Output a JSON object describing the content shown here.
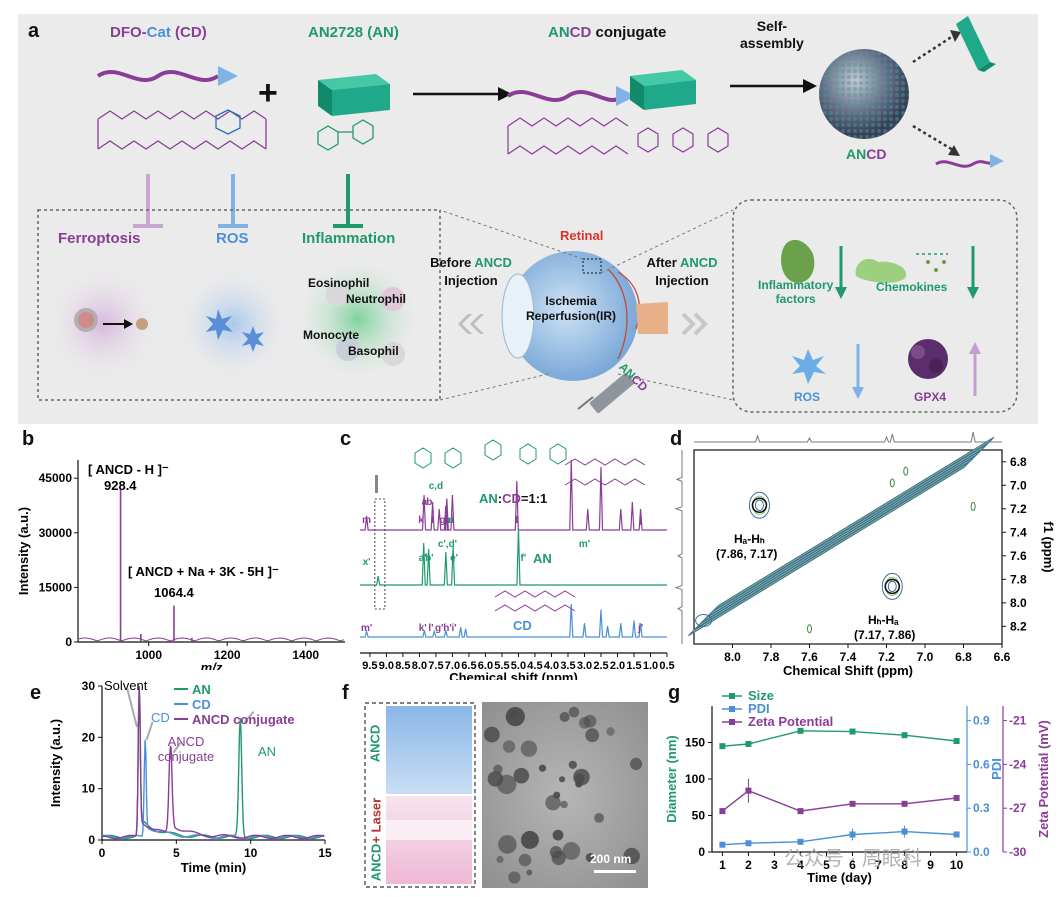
{
  "panel_a": {
    "letter": "a",
    "cd_title": {
      "p1": "DFO-",
      "p2": "Cat",
      "p3": " (",
      "p4": "CD",
      "p5": ")"
    },
    "an_title": {
      "p1": "AN2728 (",
      "p2": "AN",
      "p3": ")"
    },
    "ancd_title": {
      "p1": "AN",
      "p2": "CD",
      "p3": " conjugate"
    },
    "plus": "+",
    "self_assembly": "Self-\nassembly",
    "ancd_label": {
      "p1": "AN",
      "p2": "CD"
    },
    "targets": [
      "Ferroptosis",
      "ROS",
      "Inflammation"
    ],
    "cells": [
      "Eosinophil",
      "Neutrophil",
      "Monocyte",
      "Basophil"
    ],
    "before": {
      "p1": "Before ",
      "p2": "ANCD",
      "p3": "Injection"
    },
    "after": {
      "p1": "After ",
      "p2": "ANCD",
      "p3": "Injection"
    },
    "retinal": "Retinal",
    "ischemia": "Ischemia\nReperfusion(IR)",
    "syringe_label": {
      "p1": "AN",
      "p2": "CD"
    },
    "right_labels": [
      "Inflammatory\nfactors",
      "Chemokines",
      "ROS",
      "GPX4"
    ]
  },
  "panel_b": {
    "letter": "b",
    "peak1_label": "[ ANCD - H ]⁻",
    "peak1_value": "928.4",
    "peak2_label": "[ ANCD + Na + 3K - 5H ]⁻",
    "peak2_value": "1064.4",
    "xlabel": "m/z",
    "ylabel": "Intensity (a.u.)"
  },
  "panel_c": {
    "letter": "c",
    "ratio": {
      "p1": "AN",
      "p2": ":",
      "p3": "CD",
      "p4": "=1:1"
    },
    "trace_labels": [
      "AN",
      "CD"
    ],
    "xlabel": "Chemical shift (ppm)",
    "peak_letters_top": [
      "m",
      "k",
      "l",
      "g",
      "h",
      "i",
      "a",
      "b",
      "c,d",
      "e",
      "f",
      "j"
    ],
    "peak_letters_mid": [
      "x'",
      "a'",
      "b'",
      "c',d'",
      "e'",
      "f'",
      "m'"
    ],
    "peak_letters_bot": [
      "m'",
      "k'",
      "l'",
      "g'",
      "h'",
      "i'",
      "j'"
    ]
  },
  "panel_d": {
    "letter": "d",
    "label1": "Hₐ-Hₕ",
    "coord1": "(7.86, 7.17)",
    "label2": "Hₕ-Hₐ",
    "coord2": "(7.17, 7.86)",
    "xlabel": "Chemical Shift (ppm)",
    "ylabel": "f1 (ppm)"
  },
  "panel_e": {
    "letter": "e",
    "solvent": "Solvent",
    "cd": "CD",
    "ancd": "ANCD\nconjugate",
    "an": "AN",
    "legend": [
      "AN",
      "CD",
      "ANCD conjugate"
    ],
    "xlabel": "Time (min)",
    "ylabel": "Intensity (a.u.)"
  },
  "panel_f": {
    "letter": "f",
    "vial_top": "ANCD",
    "vial_bottom": {
      "p1": "ANCD",
      "p2": "+ Laser"
    },
    "scale": "200 nm"
  },
  "panel_g": {
    "letter": "g",
    "legend": [
      "Size",
      "PDI",
      "Zeta Potential"
    ],
    "ylabel_left": "Diameter (nm)",
    "ylabel_pdi": "PDI",
    "ylabel_right": "Zeta Potential (mV)",
    "xlabel": "Time (day)"
  },
  "watermark": "公众号 · 周眼科",
  "colors": {
    "purple": "#8a3d97",
    "green": "#1f9a6a",
    "blue": "#4a90d9",
    "navy": "#3b6e9e"
  },
  "chart_data": [
    {
      "type": "bar",
      "id": "b",
      "xlabel": "m/z",
      "ylabel": "Intensity (a.u.)",
      "xlim": [
        820,
        1500
      ],
      "ylim": [
        0,
        50000
      ],
      "x_ticks": [
        1000,
        1200,
        1400
      ],
      "y_ticks": [
        0,
        15000,
        30000,
        45000
      ],
      "x": [
        928.4,
        1064.4,
        980,
        1110
      ],
      "values": [
        42000,
        10000,
        2200,
        1200
      ]
    },
    {
      "type": "line",
      "id": "c",
      "xlabel": "Chemical shift (ppm)",
      "xlim": [
        9.8,
        0.5
      ],
      "x_ticks": [
        9.5,
        9.0,
        8.5,
        8.0,
        7.5,
        7.0,
        6.5,
        6.0,
        5.5,
        5.0,
        4.5,
        4.0,
        3.5,
        3.0,
        2.5,
        2.0,
        1.5,
        1.0,
        0.5
      ],
      "series": [
        {
          "name": "",
          "peaks_ppm": [
            9.6,
            7.86,
            7.6,
            7.4,
            7.2,
            7.17,
            7.0,
            5.05,
            3.4,
            2.9,
            2.5,
            1.9,
            1.55,
            1.3
          ],
          "heights": [
            0.2,
            0.5,
            0.4,
            0.3,
            0.35,
            0.45,
            0.5,
            0.7,
            1.0,
            0.3,
            0.9,
            0.3,
            0.4,
            0.3
          ]
        },
        {
          "name": "AN",
          "peaks_ppm": [
            9.25,
            7.87,
            7.72,
            7.2,
            6.98,
            5.0
          ],
          "heights": [
            0.15,
            0.7,
            0.6,
            0.55,
            0.65,
            0.95
          ]
        },
        {
          "name": "CD",
          "peaks_ppm": [
            9.6,
            7.85,
            7.55,
            7.2,
            6.75,
            6.6,
            3.4,
            3.0,
            2.5,
            2.3,
            1.9,
            1.5,
            1.3
          ],
          "heights": [
            0.1,
            0.12,
            0.1,
            0.12,
            0.18,
            0.15,
            0.6,
            0.25,
            0.5,
            0.2,
            0.25,
            0.3,
            0.25
          ]
        }
      ]
    },
    {
      "type": "scatter",
      "id": "d",
      "xlabel": "Chemical Shift (ppm)",
      "ylabel": "f1 (ppm)",
      "xlim": [
        8.2,
        6.6
      ],
      "ylim": [
        8.35,
        6.7
      ],
      "x_ticks": [
        8.0,
        7.8,
        7.6,
        7.4,
        7.2,
        7.0,
        6.8,
        6.6
      ],
      "y_ticks": [
        6.8,
        7.0,
        7.2,
        7.4,
        7.6,
        7.8,
        8.0,
        8.2
      ],
      "cross_peaks": [
        [
          7.86,
          7.17
        ],
        [
          7.17,
          7.86
        ]
      ]
    },
    {
      "type": "line",
      "id": "e",
      "xlabel": "Time (min)",
      "ylabel": "Intensity (a.u.)",
      "xlim": [
        0,
        15
      ],
      "ylim": [
        0,
        30
      ],
      "x_ticks": [
        0,
        5,
        10,
        15
      ],
      "y_ticks": [
        0,
        10,
        20,
        30
      ],
      "series": [
        {
          "name": "AN",
          "peaks": [
            [
              2.5,
              30
            ],
            [
              9.3,
              23
            ]
          ]
        },
        {
          "name": "CD",
          "peaks": [
            [
              2.9,
              19
            ]
          ]
        },
        {
          "name": "ANCD conjugate",
          "peaks": [
            [
              2.5,
              29
            ],
            [
              4.6,
              17
            ]
          ]
        }
      ]
    },
    {
      "type": "line",
      "id": "g",
      "xlabel": "Time (day)",
      "ylabel": "Diameter (nm)",
      "x": [
        1,
        2,
        4,
        6,
        8,
        10
      ],
      "x_ticks": [
        1,
        2,
        3,
        4,
        5,
        6,
        7,
        8,
        9,
        10
      ],
      "ylim_left": [
        0,
        200
      ],
      "y_ticks_left": [
        0,
        50,
        100,
        150
      ],
      "ylim_pdi": [
        0,
        1.0
      ],
      "y_ticks_pdi": [
        0.0,
        0.3,
        0.6,
        0.9
      ],
      "ylim_zeta": [
        -30,
        -20
      ],
      "y_ticks_zeta": [
        -30,
        -27,
        -24,
        -21
      ],
      "series": [
        {
          "name": "Size",
          "axis": "left",
          "values": [
            145,
            148,
            166,
            165,
            160,
            152
          ]
        },
        {
          "name": "PDI",
          "axis": "pdi",
          "values": [
            0.05,
            0.06,
            0.07,
            0.12,
            0.14,
            0.12
          ]
        },
        {
          "name": "Zeta Potential",
          "axis": "zeta",
          "values": [
            -27.2,
            -25.8,
            -27.2,
            -26.7,
            -26.7,
            -26.3
          ]
        }
      ]
    }
  ]
}
